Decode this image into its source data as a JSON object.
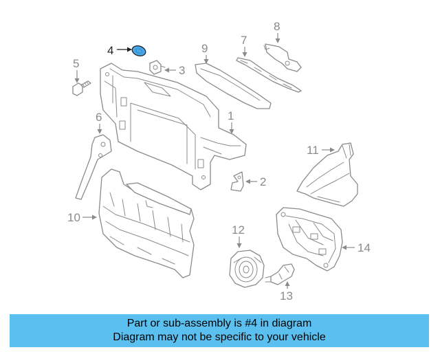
{
  "diagram": {
    "callouts": {
      "c1": "1",
      "c2": "2",
      "c3": "3",
      "c4": "4",
      "c5": "5",
      "c6": "6",
      "c7": "7",
      "c8": "8",
      "c9": "9",
      "c10": "10",
      "c11": "11",
      "c12": "12",
      "c13": "13",
      "c14": "14"
    },
    "highlight_color": "#4aa8e8",
    "line_color": "#8a8a8a"
  },
  "banner": {
    "line1": "Part or sub-assembly is #4 in diagram",
    "line2": "Diagram may not be specific to your vehicle",
    "background": "#5bc0f0"
  }
}
